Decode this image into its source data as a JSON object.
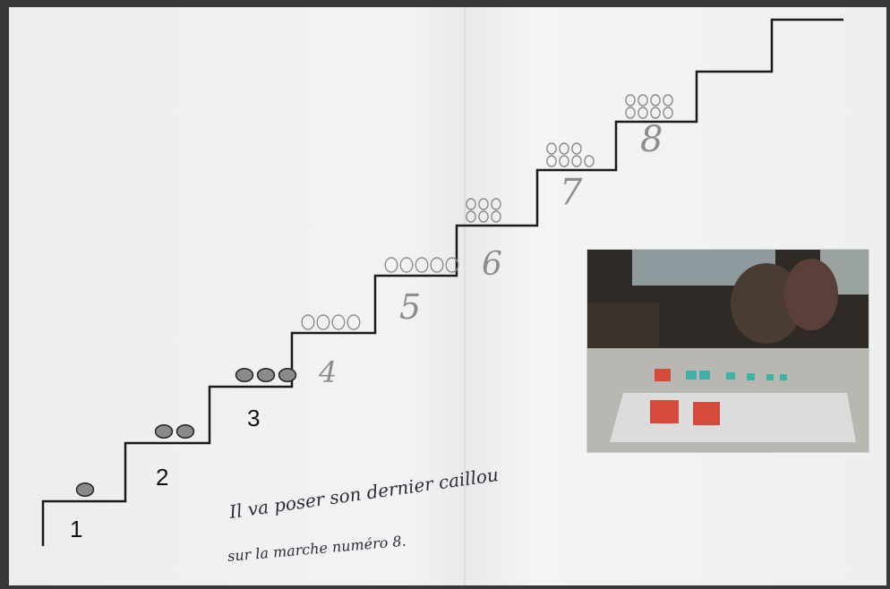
{
  "steps": [
    {
      "label": "1",
      "pebbles": 1,
      "style": "printed"
    },
    {
      "label": "2",
      "pebbles": 2,
      "style": "printed"
    },
    {
      "label": "3",
      "pebbles": 3,
      "style": "printed"
    },
    {
      "label": "4",
      "pebbles": 4,
      "style": "handwritten"
    },
    {
      "label": "5",
      "pebbles": 5,
      "style": "handwritten"
    },
    {
      "label": "6",
      "pebbles": 6,
      "style": "handwritten"
    },
    {
      "label": "7",
      "pebbles": 7,
      "style": "handwritten"
    },
    {
      "label": "8",
      "pebbles": 8,
      "style": "handwritten"
    }
  ],
  "caption": {
    "line1": "Il va poser son dernier caillou",
    "line2": "sur la marche numéro 8."
  },
  "colors": {
    "paper": "#eeefef",
    "stair_line": "#1a1a1a",
    "printed_pebble": "#8a8a8a",
    "pencil": "#8c8c8c"
  }
}
